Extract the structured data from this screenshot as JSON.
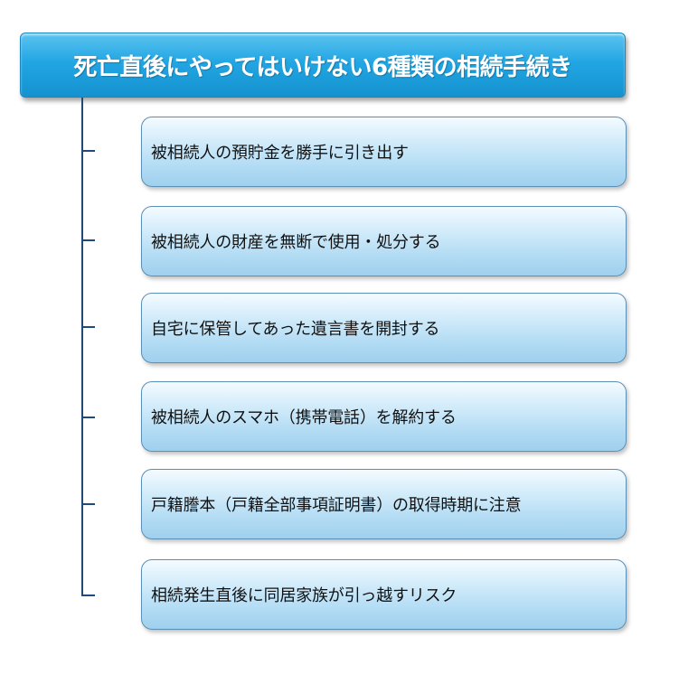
{
  "title": "死亡直後にやってはいけない6種類の相続手続き",
  "items": [
    {
      "label": "被相続人の預貯金を勝手に引き出す"
    },
    {
      "label": "被相続人の財産を無断で使用・処分する"
    },
    {
      "label": "自宅に保管してあった遺言書を開封する"
    },
    {
      "label": "被相続人のスマホ（携帯電話）を解約する"
    },
    {
      "label": "戸籍謄本（戸籍全部事項証明書）の取得時期に注意"
    },
    {
      "label": "相続発生直後に同居家族が引っ越すリスク"
    }
  ],
  "colors": {
    "title_bg": "#22a6e3",
    "item_bg": "#b3dcf4",
    "connector": "#1f4a7a"
  }
}
